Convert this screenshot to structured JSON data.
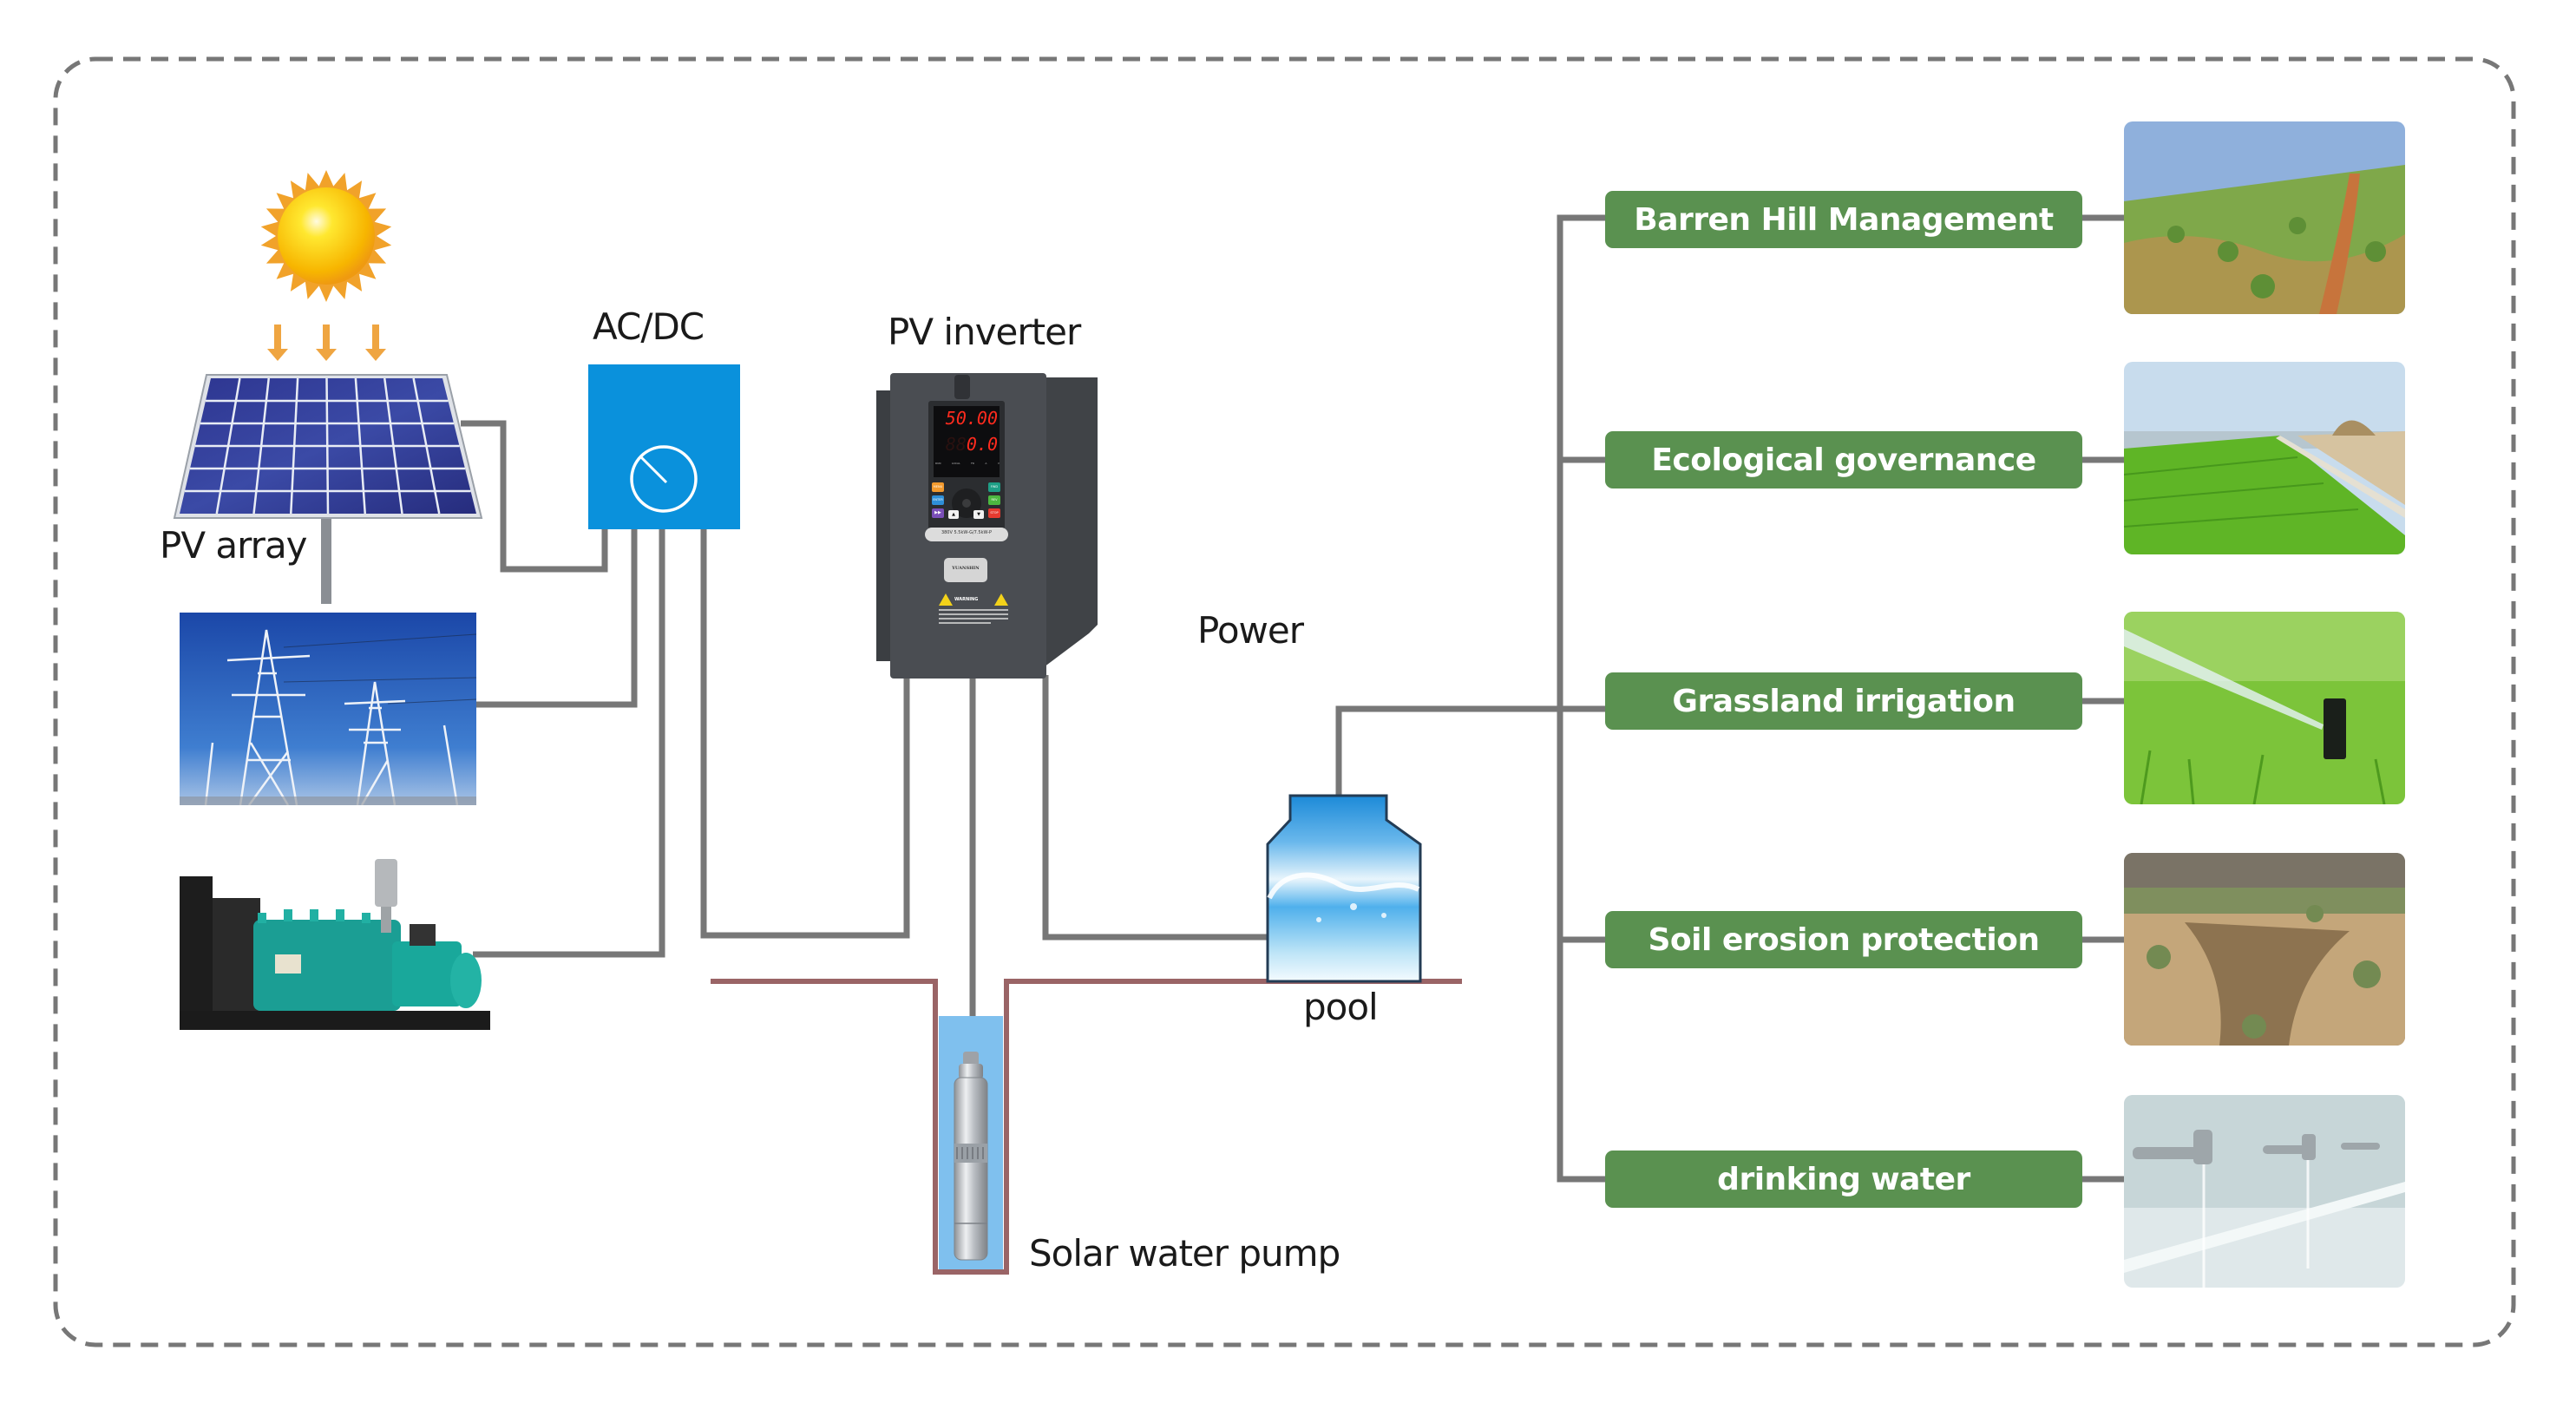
{
  "diagram": {
    "title": "Solar water pump system diagram",
    "colors": {
      "wire": "#777777",
      "ground": "#9a6466",
      "well_water": "#7fc0ee",
      "acdc_box": "#0a91dc",
      "label_green": "#5a9150",
      "frame": "#777777"
    },
    "sources": {
      "pv_array_label": "PV array",
      "acdc_label": "AC/DC",
      "inverter_label": "PV inverter",
      "power_label": "Power",
      "grid_icon": "power-tower-photo",
      "generator_icon": "diesel-generator-photo",
      "sun_icon": "sun-icon"
    },
    "inverter": {
      "display_top": "50.00",
      "display_bottom_dim": "88",
      "display_bottom": "0.0",
      "status_leds": [
        "RUN",
        "LOCAL",
        "FR",
        "A",
        "V"
      ],
      "keys": [
        "MENU",
        "ENTER",
        "▶▶",
        "▲",
        "▼",
        "FWD",
        "REV",
        "STOP"
      ],
      "rating": "380V 5.5kW-G/7.5kW-P",
      "brand": "YUANSHIN",
      "warning": "WARNING"
    },
    "water": {
      "pool_label": "pool",
      "pump_label": "Solar water pump"
    },
    "applications": [
      {
        "label": "Barren Hill Management",
        "image": "barren-hill-photo"
      },
      {
        "label": "Ecological governance",
        "image": "ecological-embankment-photo"
      },
      {
        "label": "Grassland irrigation",
        "image": "lawn-sprinkler-photo"
      },
      {
        "label": "Soil erosion protection",
        "image": "eroded-gully-photo"
      },
      {
        "label": "drinking water",
        "image": "water-taps-photo"
      }
    ]
  }
}
